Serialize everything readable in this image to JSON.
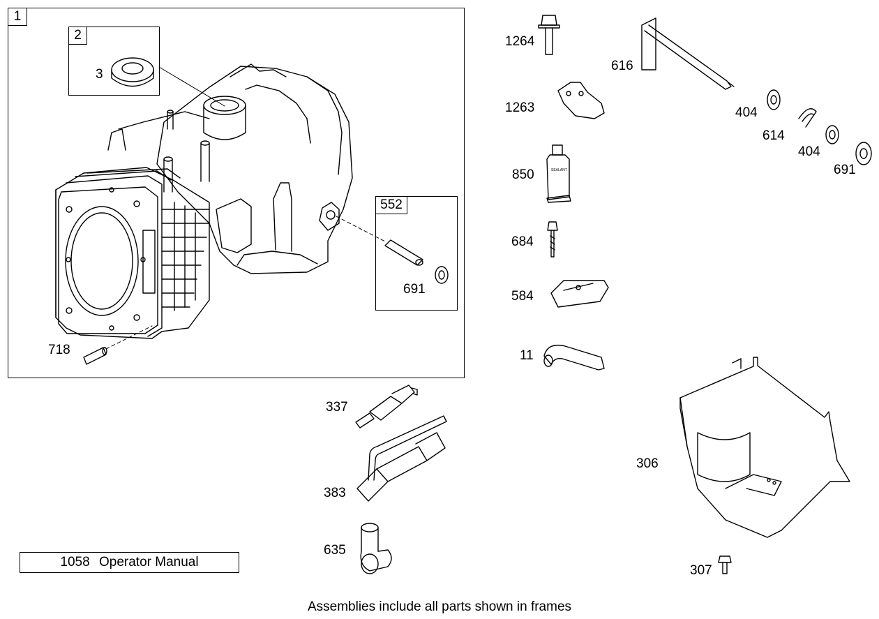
{
  "frames": {
    "engine_block": "1",
    "bearing_kit": "2",
    "pin_kit": "552"
  },
  "parts": {
    "p3": "3",
    "p718": "718",
    "p691_frame": "691",
    "p1264": "1264",
    "p1263": "1263",
    "p850": "850",
    "p684": "684",
    "p584": "584",
    "p11": "11",
    "p616": "616",
    "p404_a": "404",
    "p614": "614",
    "p404_b": "404",
    "p691": "691",
    "p337": "337",
    "p383": "383",
    "p635": "635",
    "p306": "306",
    "p307": "307"
  },
  "manual": {
    "number": "1058",
    "title": "Operator Manual"
  },
  "caption": "Assemblies include all parts shown in frames"
}
